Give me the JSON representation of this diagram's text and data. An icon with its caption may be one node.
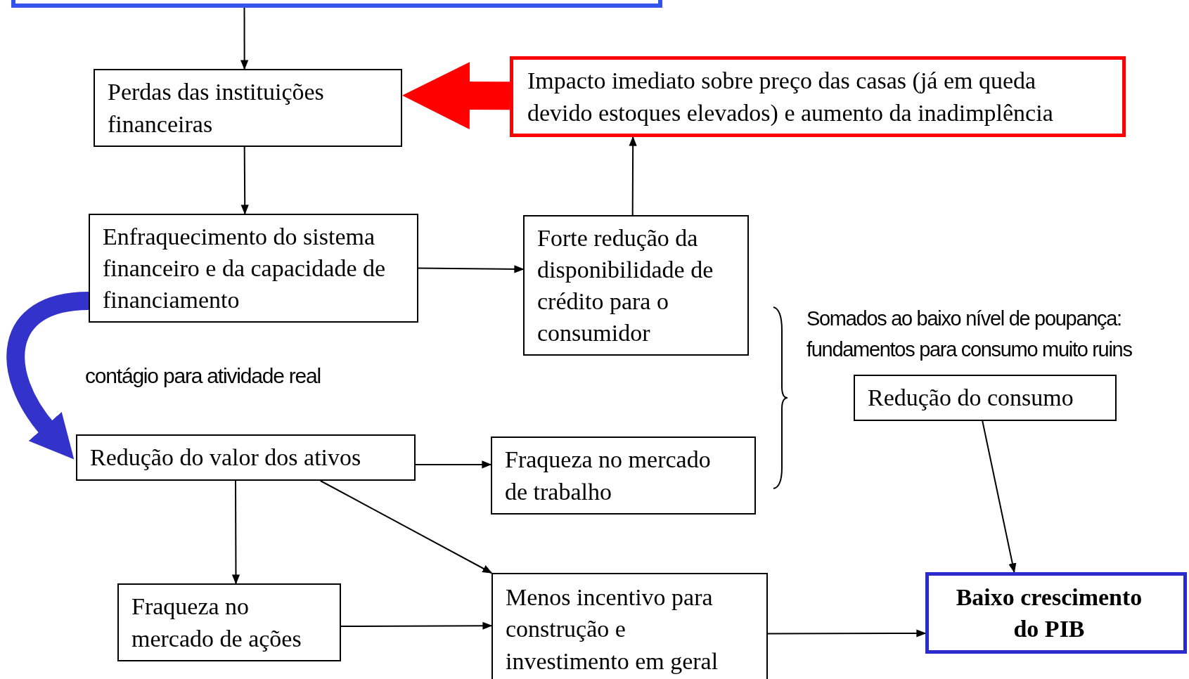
{
  "diagram": {
    "nodes": [
      {
        "text": [],
        "shape": "box"
      },
      {
        "text": [
          "Perdas das instituições financeiras"
        ]
      },
      {
        "text": [
          "Impacto imediato sobre preço das casas (já em queda devido estoques elevados) e aumento da inadimplência"
        ]
      },
      {
        "text": [
          "Enfraquecimento do sistema financeiro e da capacidade de financiamento"
        ]
      },
      {
        "text": [
          "Forte redução da disponibilidade de crédito para o consumidor"
        ]
      },
      {
        "text": [
          "Redução do consumo"
        ]
      },
      {
        "text": [
          "Redução do valor dos ativos"
        ]
      },
      {
        "text": [
          "Fraqueza no mercado de trabalho"
        ]
      },
      {
        "text": [
          "Fraqueza no mercado de ações"
        ]
      },
      {
        "text": [
          "Menos incentivo para construção e investimento em geral"
        ]
      },
      {
        "text": [
          "Baixo crescimento do PIB"
        ]
      }
    ],
    "edges": [
      {
        "from": 0,
        "to": 1,
        "arrow": "to"
      },
      {
        "from": 2,
        "to": 1,
        "arrow": "to",
        "style": "thick",
        "color": "#ff0000"
      },
      {
        "from": 1,
        "to": 3,
        "arrow": "to"
      },
      {
        "from": 3,
        "to": 4,
        "arrow": "to"
      },
      {
        "from": 4,
        "to": 2,
        "arrow": "to"
      },
      {
        "from": 3,
        "to": 6,
        "arrow": "to",
        "label": "contágio para atividade real",
        "style": "thick",
        "color": "#3333cc"
      },
      {
        "from": 6,
        "to": 7,
        "arrow": "to"
      },
      {
        "from": 6,
        "to": 8,
        "arrow": "to"
      },
      {
        "from": 6,
        "to": 9,
        "arrow": "to"
      },
      {
        "from": 8,
        "to": 9,
        "arrow": "to"
      },
      {
        "from": 9,
        "to": 10,
        "arrow": "to"
      },
      {
        "from": 5,
        "to": 10,
        "arrow": "to"
      }
    ],
    "labels": [
      "Somados ao baixo nível de poupança: fundamentos para consumo muito ruins"
    ]
  }
}
